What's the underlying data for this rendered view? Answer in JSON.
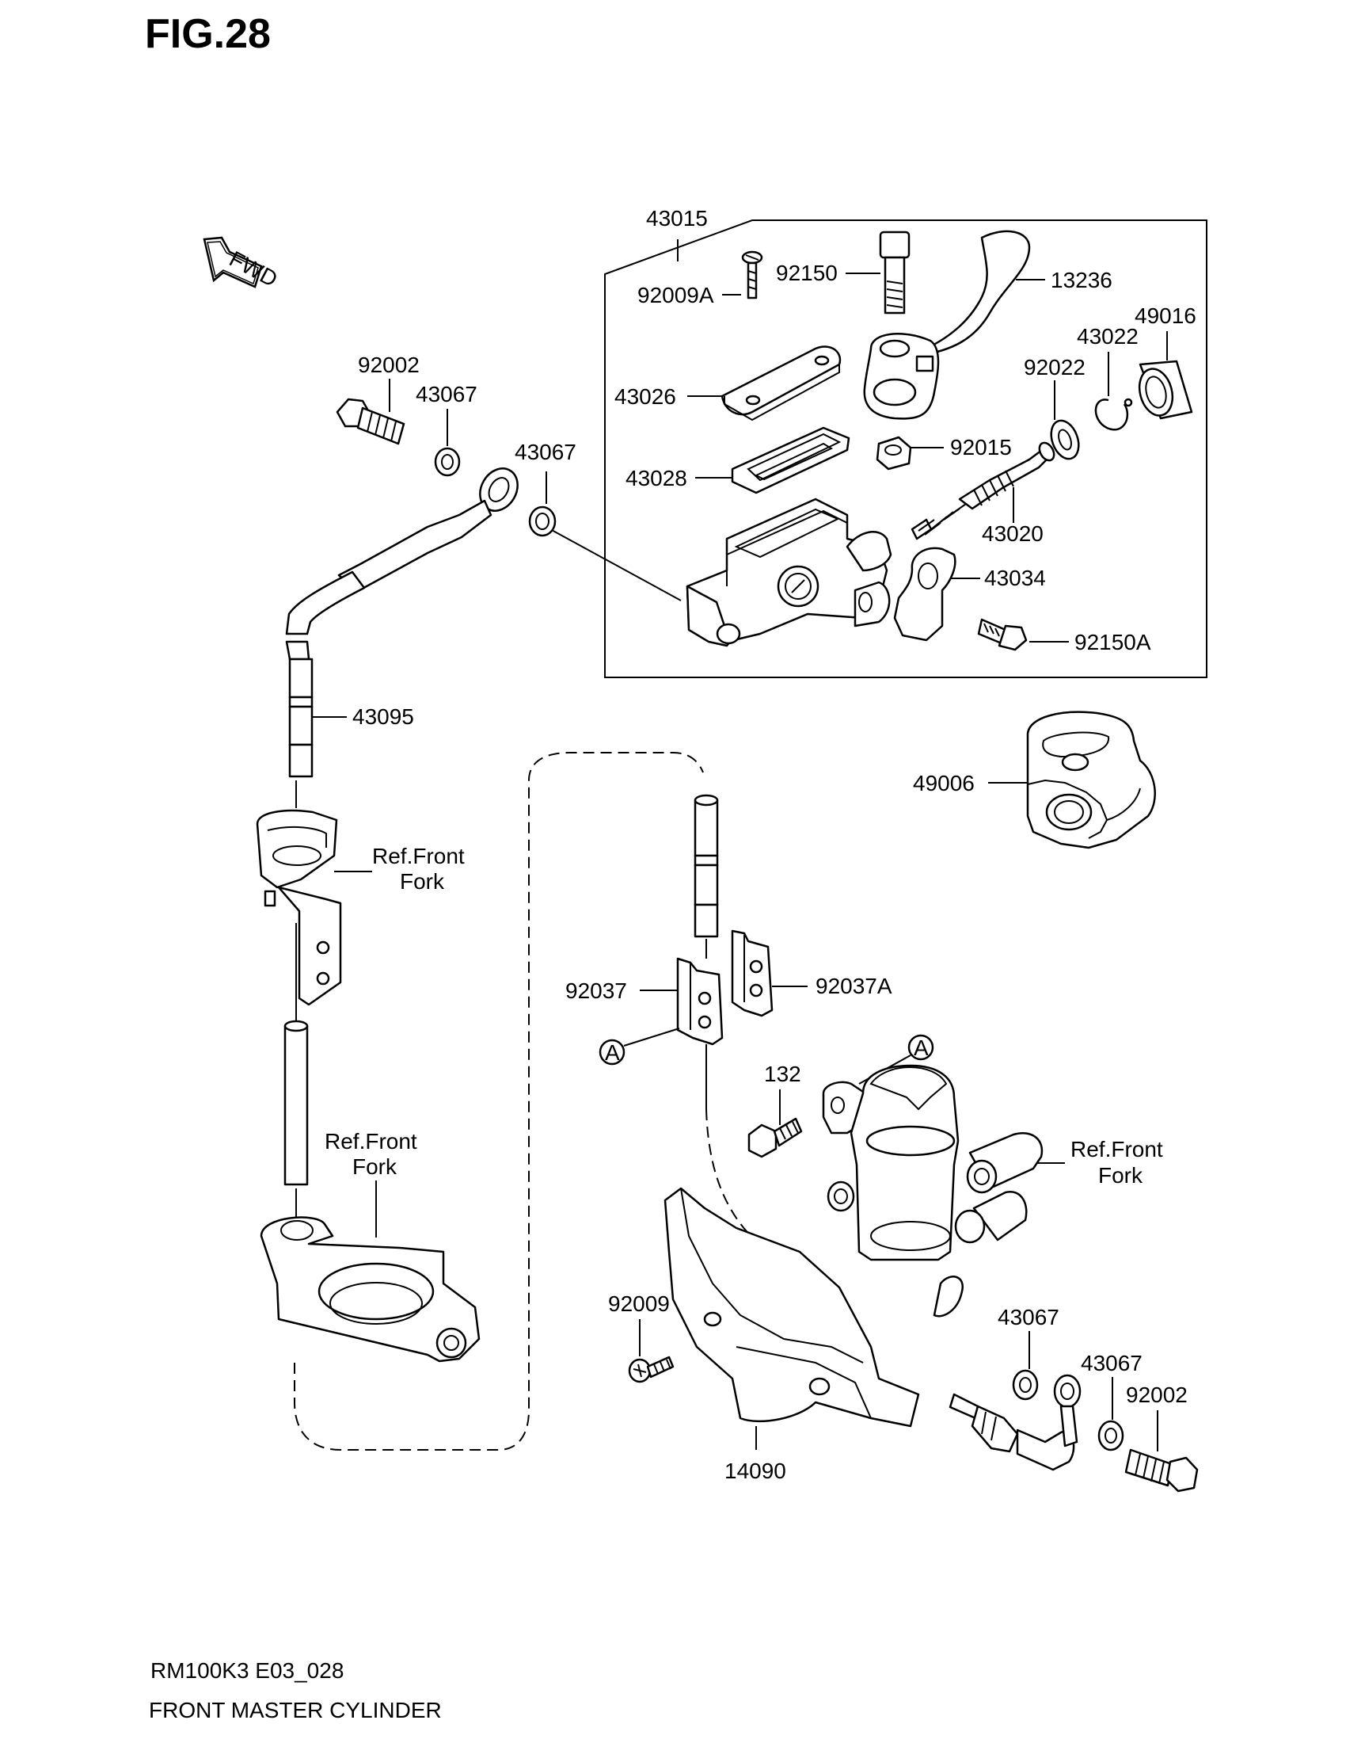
{
  "figure": {
    "title": "FIG.28",
    "model_code": "RM100K3 E03_028",
    "caption": "FRONT MASTER CYLINDER",
    "fwd_label": "FWD"
  },
  "parts": {
    "p43015": "43015",
    "p92150": "92150",
    "p13236": "13236",
    "p92009A": "92009A",
    "p49016": "49016",
    "p43022": "43022",
    "p92022": "92022",
    "p43026": "43026",
    "p92015": "92015",
    "p43028": "43028",
    "p43020": "43020",
    "p43034": "43034",
    "p92150A": "92150A",
    "p92002_top": "92002",
    "p43067_top_left": "43067",
    "p43067_top_mid": "43067",
    "p43095": "43095",
    "p49006": "49006",
    "p92037": "92037",
    "p92037A": "92037A",
    "p132": "132",
    "p92009": "92009",
    "p14090": "14090",
    "p43067_bot_1": "43067",
    "p43067_bot_2": "43067",
    "p92002_bot": "92002"
  },
  "refs": {
    "ref_fork_1_line1": "Ref.Front",
    "ref_fork_1_line2": "Fork",
    "ref_fork_2_line1": "Ref.Front",
    "ref_fork_2_line2": "Fork",
    "ref_fork_3_line1": "Ref.Front",
    "ref_fork_3_line2": "Fork",
    "marker_a": "A"
  }
}
